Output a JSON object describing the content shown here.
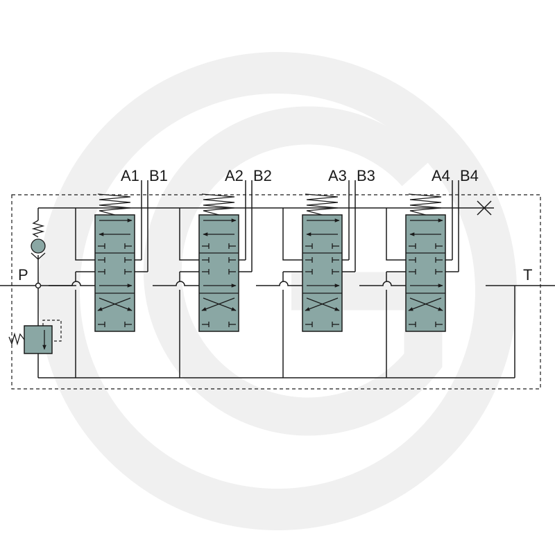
{
  "diagram": {
    "port_labels": {
      "pressure": "P",
      "tank": "T"
    },
    "sections": [
      {
        "a_label": "A1",
        "b_label": "B1"
      },
      {
        "a_label": "A2",
        "b_label": "B2"
      },
      {
        "a_label": "A3",
        "b_label": "B3"
      },
      {
        "a_label": "A4",
        "b_label": "B4"
      }
    ]
  },
  "colors": {
    "spool_fill": "#8aa7a4",
    "line": "#1a1a1a",
    "watermark": "#f0f0f0"
  }
}
